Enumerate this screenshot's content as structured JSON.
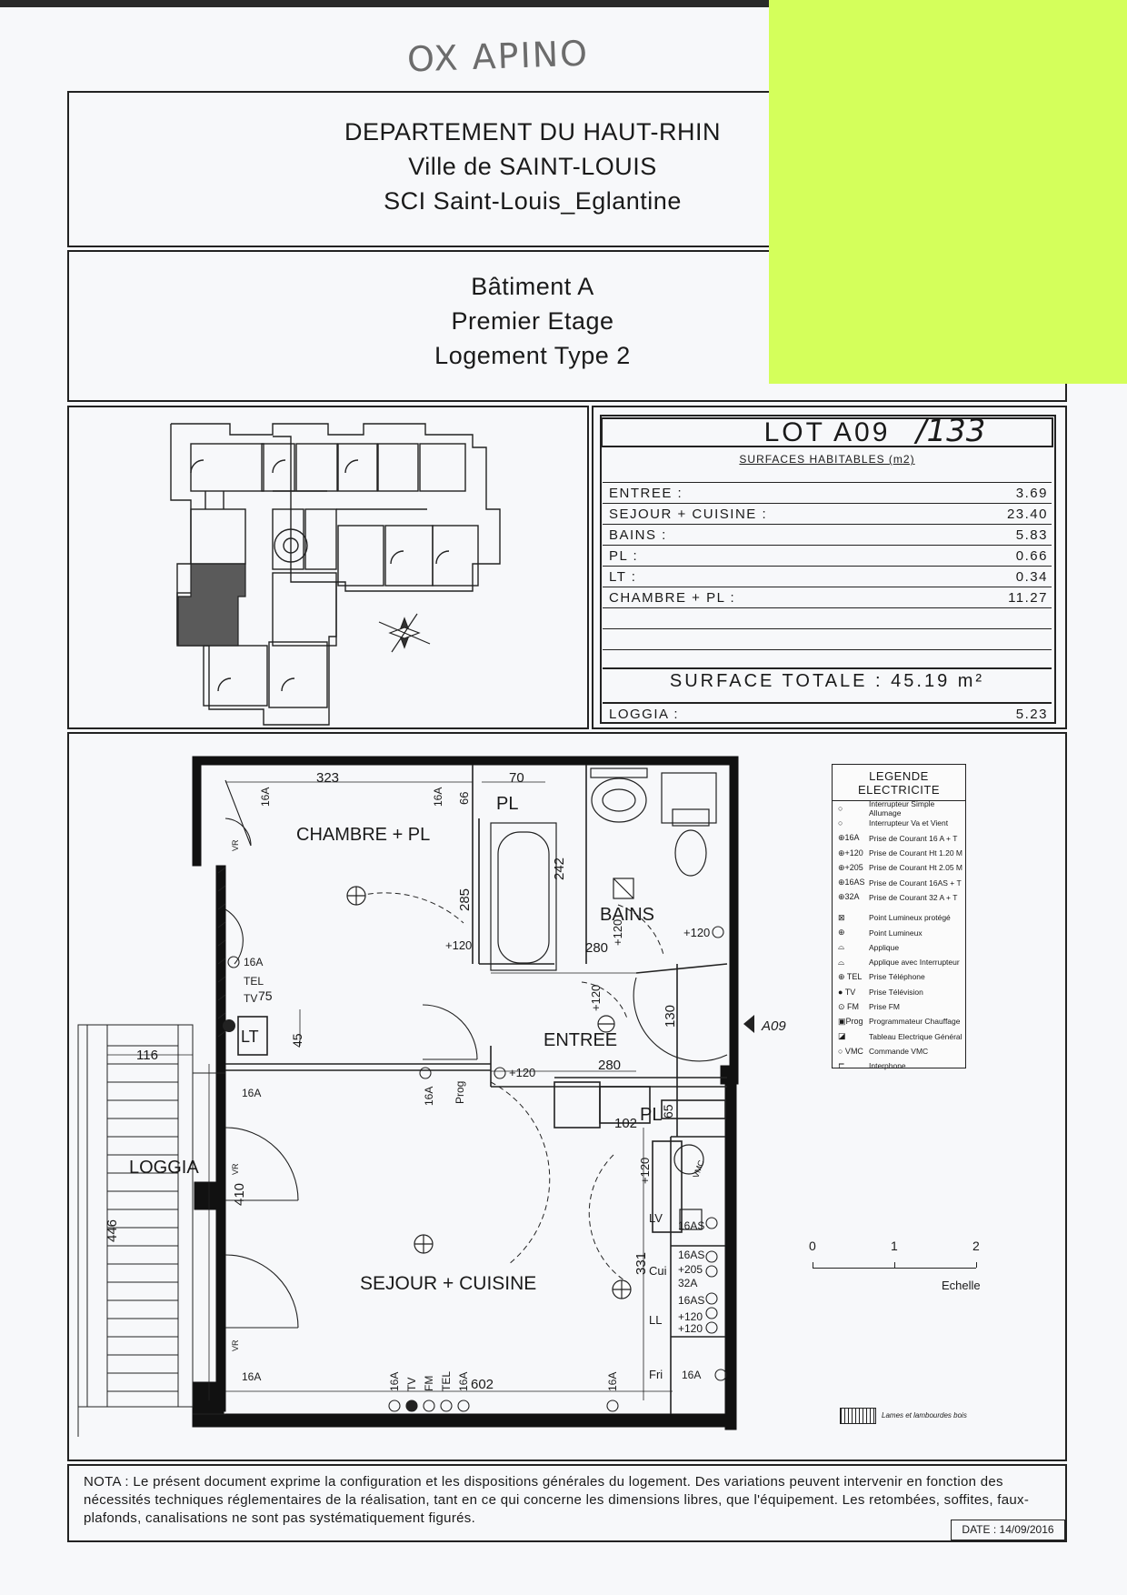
{
  "handwritten_note": "OX APINO",
  "header": {
    "line1": "DEPARTEMENT DU HAUT-RHIN",
    "line2": "Ville de SAINT-LOUIS",
    "line3": "SCI Saint-Louis_Eglantine"
  },
  "subheader": {
    "line1": "Bâtiment A",
    "line2": "Premier Etage",
    "line3": "Logement Type 2"
  },
  "lot": {
    "title": "LOT A09",
    "handwritten": "/133",
    "surfaces_heading": "SURFACES HABITABLES (m2)",
    "rows": [
      {
        "label": "ENTREE :",
        "value": "3.69"
      },
      {
        "label": "SEJOUR + CUISINE :",
        "value": "23.40"
      },
      {
        "label": "BAINS :",
        "value": "5.83"
      },
      {
        "label": "PL :",
        "value": "0.66"
      },
      {
        "label": "LT :",
        "value": "0.34"
      },
      {
        "label": "CHAMBRE + PL :",
        "value": "11.27"
      }
    ],
    "total": "SURFACE TOTALE : 45.19 m²",
    "loggia": {
      "label": "LOGGIA :",
      "value": "5.23"
    }
  },
  "legend": {
    "title": "LEGENDE ELECTRICITE",
    "items": [
      {
        "sym": "○",
        "text": "Interrupteur Simple Allumage"
      },
      {
        "sym": "○",
        "text": "Interrupteur Va et Vient"
      },
      {
        "sym": "⊕16A",
        "text": "Prise de Courant 16 A + T"
      },
      {
        "sym": "⊕+120",
        "text": "Prise de Courant Ht 1.20 M"
      },
      {
        "sym": "⊕+205",
        "text": "Prise de Courant Ht 2.05 M"
      },
      {
        "sym": "⊕16AS",
        "text": "Prise de Courant 16AS + T"
      },
      {
        "sym": "⊕32A",
        "text": "Prise de Courant 32 A + T"
      },
      {
        "sym": "⊠",
        "text": "Point Lumineux protégé"
      },
      {
        "sym": "⊕",
        "text": "Point Lumineux"
      },
      {
        "sym": "⌓",
        "text": "Applique"
      },
      {
        "sym": "⌓",
        "text": "Applique avec Interrupteur"
      },
      {
        "sym": "⊕ TEL",
        "text": "Prise Téléphone"
      },
      {
        "sym": "● TV",
        "text": "Prise Télévision"
      },
      {
        "sym": "⊙ FM",
        "text": "Prise FM"
      },
      {
        "sym": "▣Prog",
        "text": "Programmateur Chauffage"
      },
      {
        "sym": "◪",
        "text": "Tableau Electrique Général"
      },
      {
        "sym": "○ VMC",
        "text": "Commande VMC"
      },
      {
        "sym": "⊏",
        "text": "Interphone"
      }
    ]
  },
  "plan": {
    "rooms": {
      "chambre": "CHAMBRE + PL",
      "bains": "BAINS",
      "entree": "ENTREE",
      "sejour": "SEJOUR + CUISINE",
      "loggia": "LOGGIA",
      "lt": "LT",
      "pl_top": "PL",
      "pl_mid": "PL",
      "lv": "LV",
      "cui": "Cui",
      "ll": "LL",
      "fri": "Fri",
      "entry_mark": "A09"
    },
    "dims": {
      "d323": "323",
      "d70": "70",
      "d66": "66",
      "d242": "242",
      "d285": "285",
      "d280a": "280",
      "d280b": "280",
      "d130": "130",
      "d45": "45",
      "d116": "116",
      "d410": "410",
      "d446": "446",
      "d102": "102",
      "d65": "65",
      "d331": "331",
      "d602": "602",
      "d75": "75"
    },
    "labels": {
      "a16": "16A",
      "tel": "TEL",
      "tv": "TV",
      "p120": "+120",
      "p205": "+205",
      "a32": "32A",
      "as16": "16AS",
      "prog": "Prog",
      "vmc": "VMC",
      "vr": "VR",
      "fm": "FM"
    }
  },
  "scale": {
    "n0": "0",
    "n1": "1",
    "n2": "2",
    "label": "Echelle"
  },
  "material_note": "Lames et lambourdes bois",
  "nota": "NOTA : Le présent document exprime la configuration et les dispositions générales du logement. Des variations peuvent intervenir en fonction des nécessités techniques réglementaires de la réalisation, tant en ce qui concerne les dimensions libres, que l'équipement. Les retombées, soffites, faux-plafonds, canalisations ne sont pas systématiquement figurés.",
  "date": "DATE : 14/09/2016"
}
